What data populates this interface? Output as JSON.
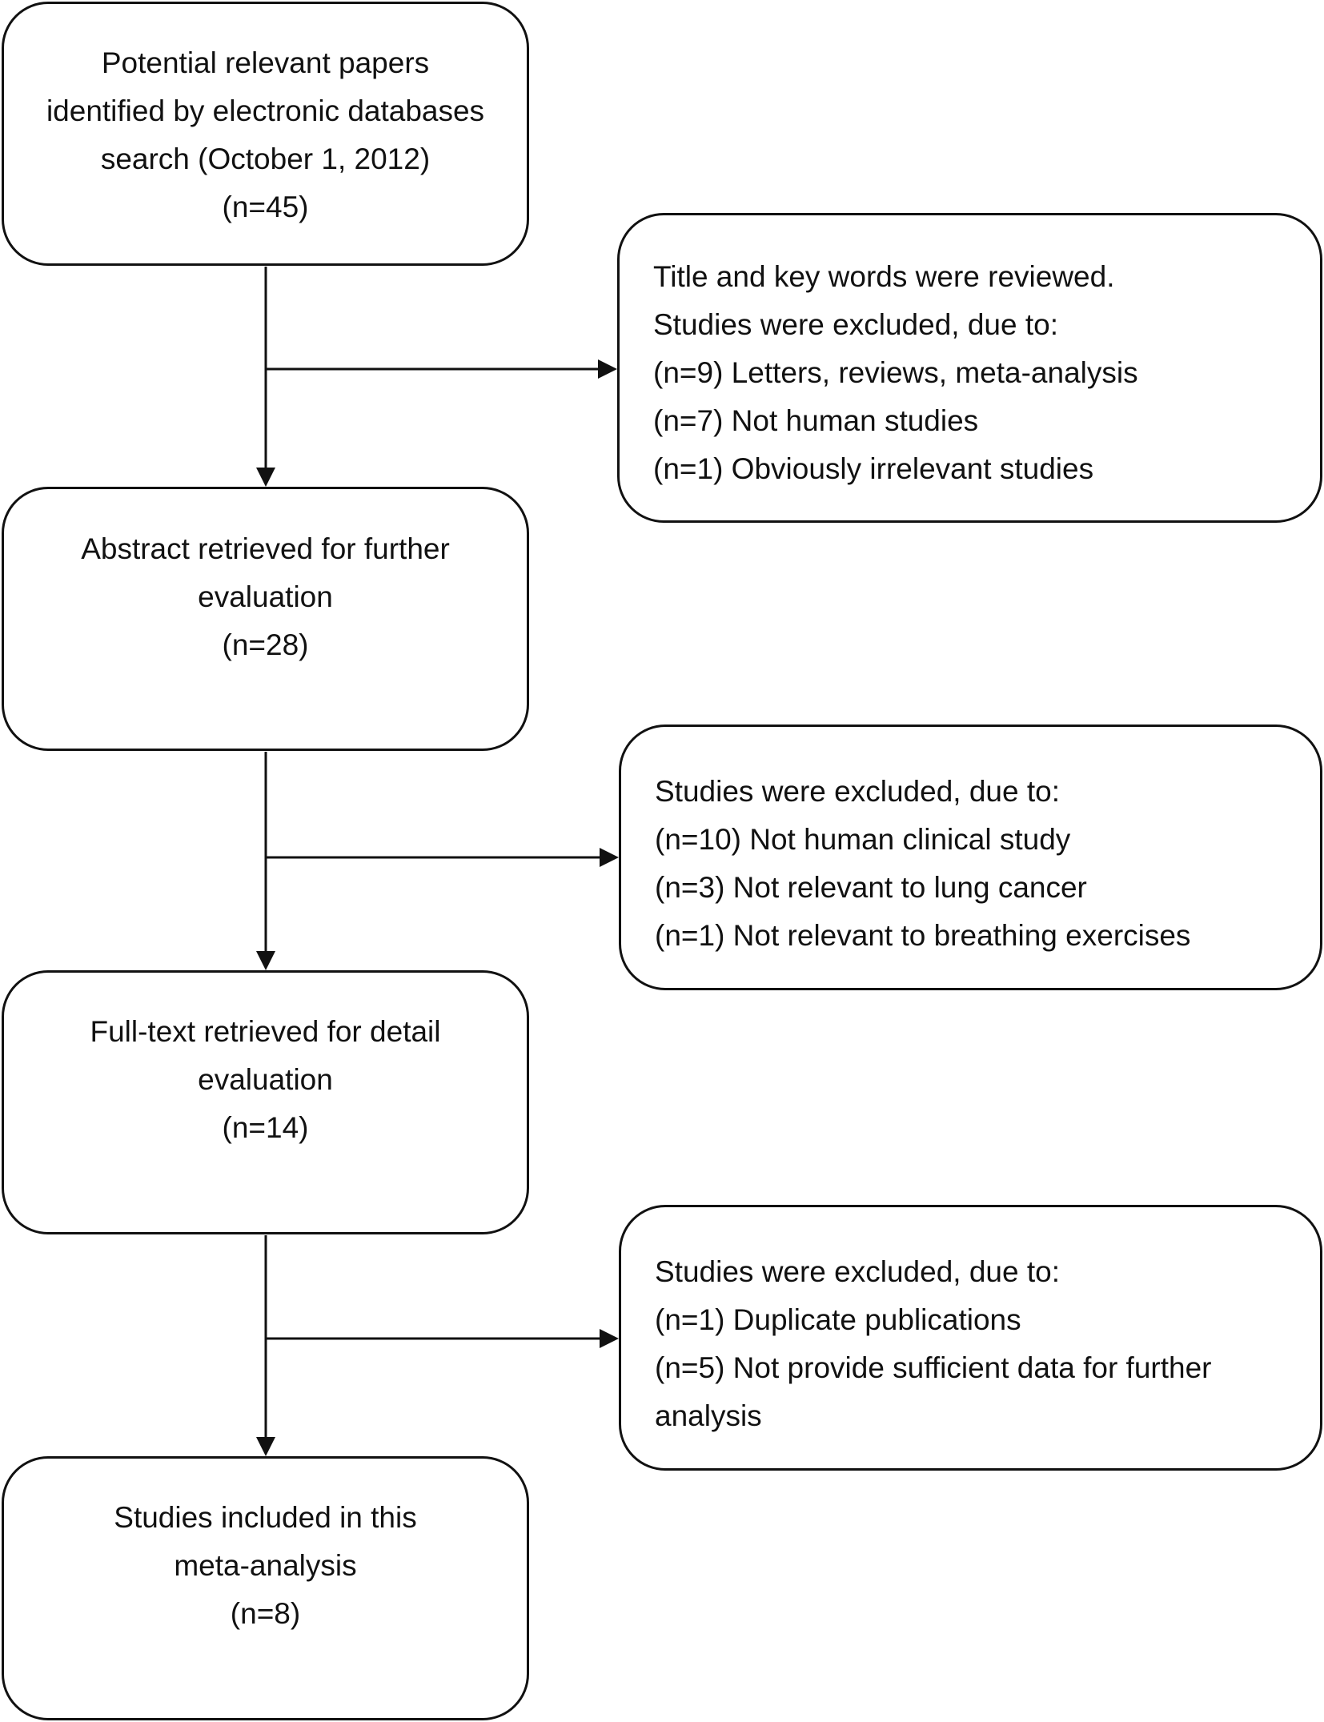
{
  "boxes": {
    "identified": {
      "lines": [
        "Potential relevant papers",
        "identified by electronic databases",
        "search (October 1, 2012)",
        "(n=45)"
      ]
    },
    "abstract": {
      "lines": [
        "Abstract retrieved for further",
        "evaluation",
        "(n=28)"
      ]
    },
    "fulltext": {
      "lines": [
        "Full-text retrieved for detail",
        "evaluation",
        "(n=14)"
      ]
    },
    "included": {
      "lines": [
        "Studies included in this",
        "meta-analysis",
        "(n=8)"
      ]
    }
  },
  "exclusions": {
    "first": {
      "lines": [
        "Title and key words were reviewed.",
        "Studies were excluded, due to:",
        "(n=9) Letters, reviews, meta-analysis",
        "(n=7) Not human studies",
        "(n=1) Obviously irrelevant studies"
      ]
    },
    "second": {
      "lines": [
        "Studies were excluded, due to:",
        "(n=10) Not human clinical study",
        "(n=3) Not relevant to lung cancer",
        "(n=1) Not relevant to breathing exercises"
      ]
    },
    "third": {
      "lines": [
        "Studies were excluded, due to:",
        "(n=1) Duplicate publications",
        "(n=5) Not provide sufficient data for further",
        "analysis"
      ]
    }
  },
  "colors": {
    "line": "#111111",
    "background": "#ffffff"
  }
}
